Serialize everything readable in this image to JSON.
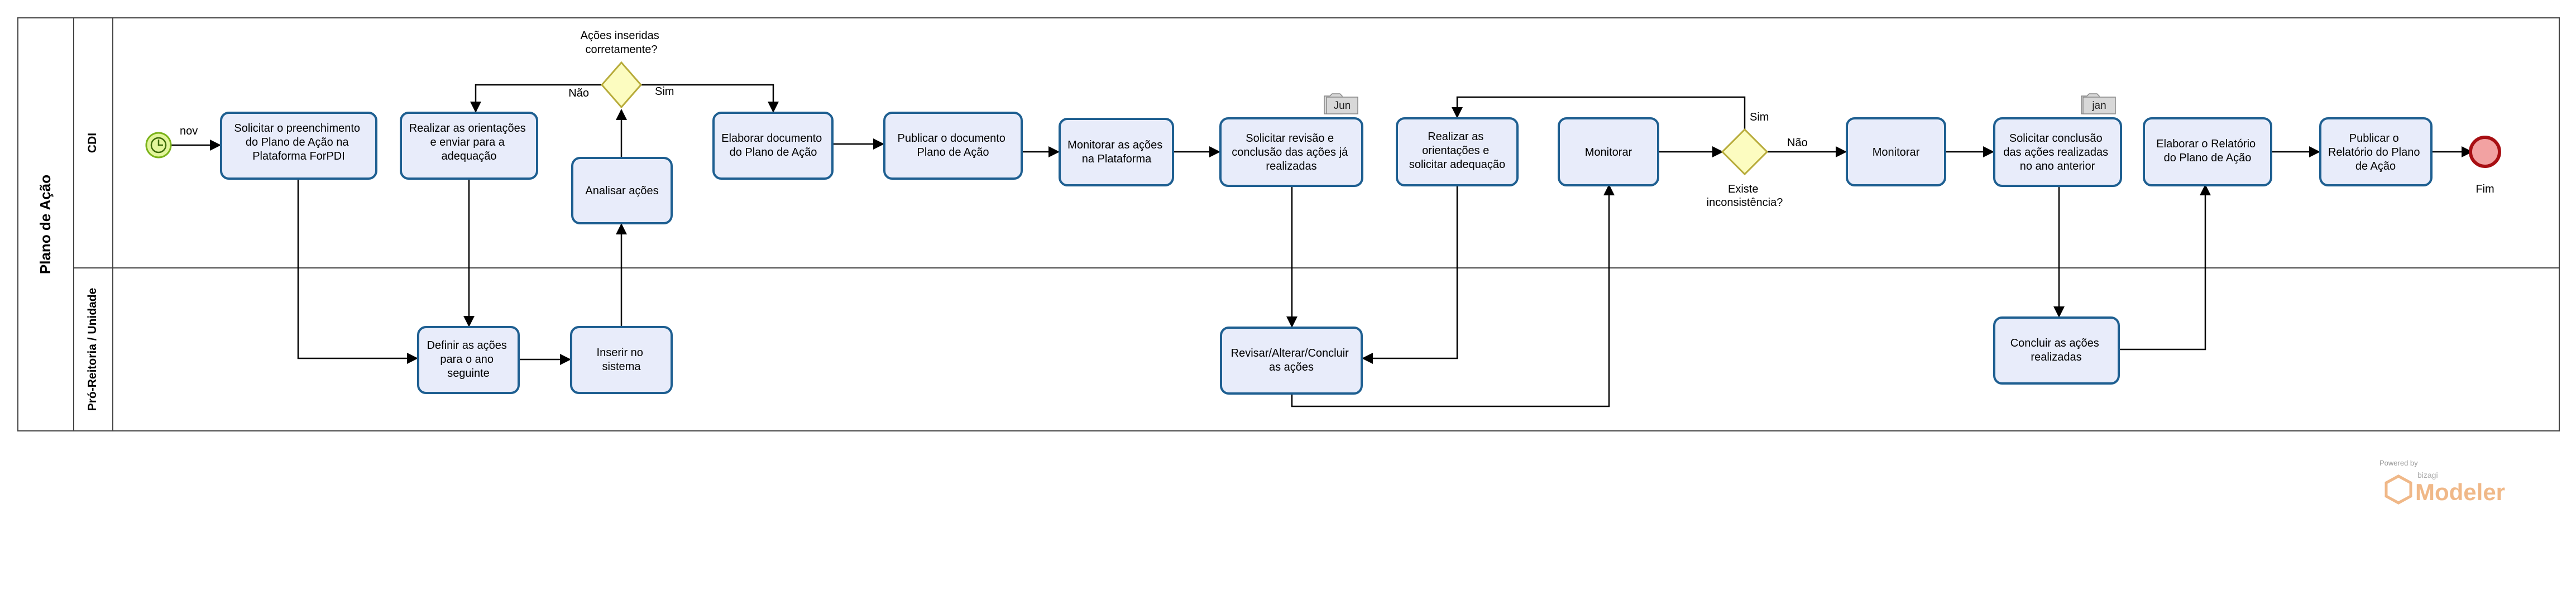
{
  "pool": {
    "label": "Plano de Ação"
  },
  "lanes": [
    {
      "id": "cdi",
      "label": "CDI"
    },
    {
      "id": "pro",
      "label": "Pró-Reitoria / Unidade"
    }
  ],
  "events": {
    "start_label": "nov",
    "end_label": "Fim"
  },
  "tasks": [
    {
      "id": "t1",
      "lines": [
        "Solicitar o preenchimento",
        "do Plano de Ação na",
        "Plataforma ForPDI"
      ]
    },
    {
      "id": "t2",
      "lines": [
        "Realizar as orientações",
        "e enviar para a",
        "adequação"
      ]
    },
    {
      "id": "t3",
      "lines": [
        "Analisar ações"
      ]
    },
    {
      "id": "t4",
      "lines": [
        "Elaborar documento",
        "do Plano de Ação"
      ]
    },
    {
      "id": "t5",
      "lines": [
        "Publicar o documento",
        "Plano de Ação"
      ]
    },
    {
      "id": "t6",
      "lines": [
        "Monitorar as ações",
        "na Plataforma"
      ]
    },
    {
      "id": "t7",
      "lines": [
        "Solicitar revisão e",
        "conclusão das ações já",
        "realizadas"
      ]
    },
    {
      "id": "t8",
      "lines": [
        "Realizar as",
        "orientações e",
        "solicitar adequação"
      ]
    },
    {
      "id": "t9",
      "lines": [
        "Monitorar"
      ]
    },
    {
      "id": "t10",
      "lines": [
        "Monitorar"
      ]
    },
    {
      "id": "t11",
      "lines": [
        "Solicitar conclusão",
        "das ações realizadas",
        "no ano anterior"
      ]
    },
    {
      "id": "t12",
      "lines": [
        "Elaborar o Relatório",
        "do Plano de Ação"
      ]
    },
    {
      "id": "t13",
      "lines": [
        "Publicar o",
        "Relatório do Plano",
        "de Ação"
      ]
    },
    {
      "id": "t14",
      "lines": [
        "Definir as ações",
        "para o ano",
        "seguinte"
      ]
    },
    {
      "id": "t15",
      "lines": [
        "Inserir no",
        "sistema"
      ]
    },
    {
      "id": "t16",
      "lines": [
        "Revisar/Alterar/Concluir",
        "as ações"
      ]
    },
    {
      "id": "t17",
      "lines": [
        "Concluir as ações",
        "realizadas"
      ]
    }
  ],
  "gateways": [
    {
      "id": "g1",
      "lines": [
        "Ações inseridas",
        "corretamente?"
      ],
      "yes": "Sim",
      "no": "Não"
    },
    {
      "id": "g2",
      "lines": [
        "Existe",
        "inconsistência?"
      ],
      "yes": "Sim",
      "no": "Não"
    }
  ],
  "annotations": [
    {
      "id": "a1",
      "label": "Jun"
    },
    {
      "id": "a2",
      "label": "jan"
    }
  ],
  "branding": {
    "powered": "Powered by",
    "company": "bizagi",
    "product": "Modeler"
  },
  "colors": {
    "task_fill": "#e8ecfa",
    "task_stroke": "#1e5f91",
    "gateway_fill": "#fcfcc0",
    "gateway_stroke": "#b7ab3a",
    "start_fill": "#e2f59b",
    "start_stroke": "#7bb31a",
    "end_fill": "#f2a2a2",
    "end_stroke": "#a80f13",
    "brand": "#f0b888"
  }
}
